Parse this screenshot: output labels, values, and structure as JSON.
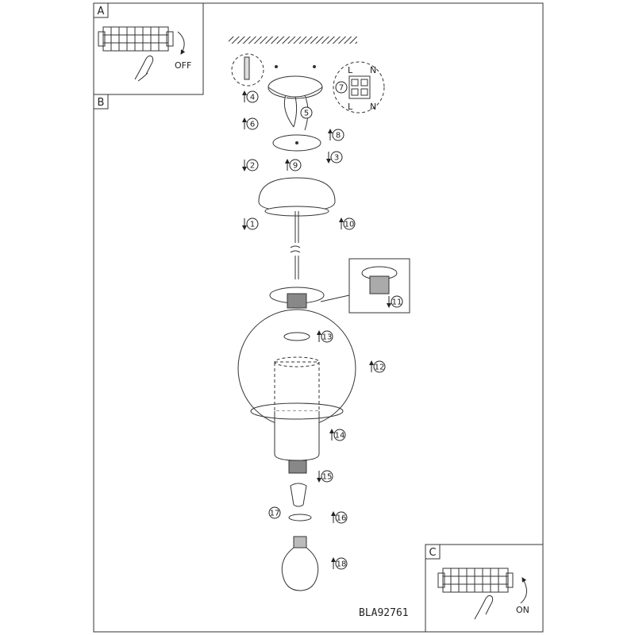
{
  "panels": {
    "a": {
      "label": "A",
      "state": "OFF"
    },
    "b": {
      "label": "B"
    },
    "c": {
      "label": "C",
      "state": "ON"
    }
  },
  "wiring": {
    "left": "L",
    "right": "N",
    "left_bottom": "L",
    "right_bottom": "N"
  },
  "steps": [
    "1",
    "2",
    "3",
    "4",
    "5",
    "6",
    "7",
    "8",
    "9",
    "10",
    "11",
    "12",
    "13",
    "14",
    "15",
    "16",
    "17",
    "18"
  ],
  "product_code": "BLA92761"
}
